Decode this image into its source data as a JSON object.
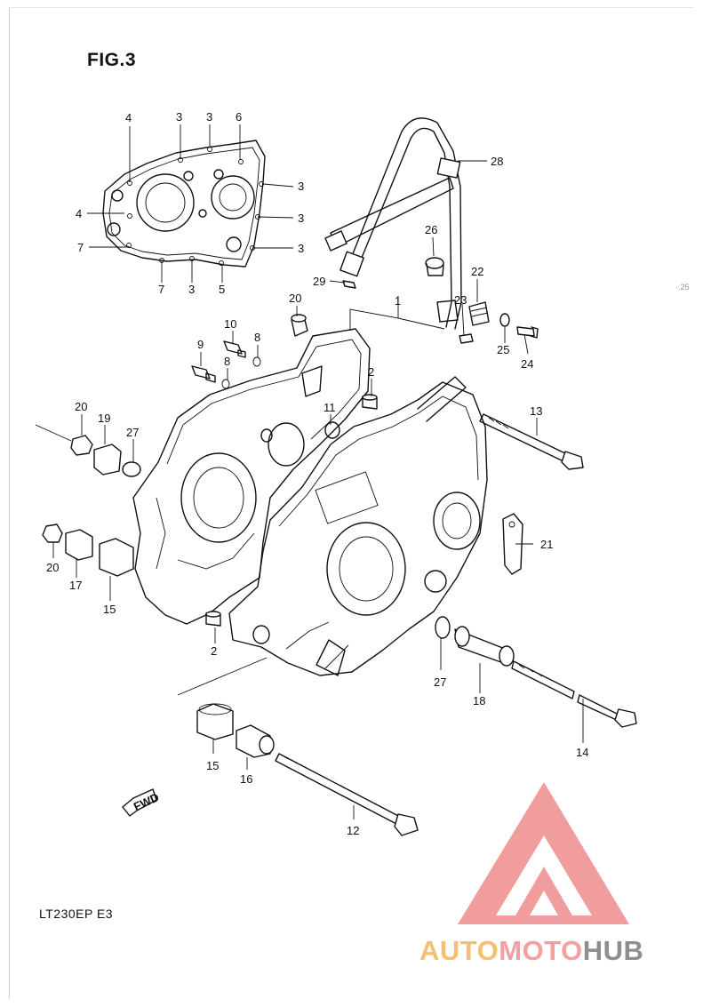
{
  "figure": {
    "title": "FIG.3",
    "model_code": "LT230EP E3"
  },
  "colors": {
    "ink": "#111111",
    "watermark_red": "#f08c8c",
    "watermark_orange": "#f5c06e",
    "watermark_gray": "#8f8f8f"
  },
  "fwd_label": "FWD",
  "stray_mark": "·.25",
  "watermark": {
    "part1": "AUTO",
    "part2": "MOTO",
    "part3": "HUB"
  },
  "callouts": [
    {
      "id": "c4a",
      "text": "4"
    },
    {
      "id": "c3a",
      "text": "3"
    },
    {
      "id": "c3b",
      "text": "3"
    },
    {
      "id": "c6",
      "text": "6"
    },
    {
      "id": "c3c",
      "text": "3"
    },
    {
      "id": "c4b",
      "text": "4"
    },
    {
      "id": "c3d",
      "text": "3"
    },
    {
      "id": "c7a",
      "text": "7"
    },
    {
      "id": "c3e",
      "text": "3"
    },
    {
      "id": "c7b",
      "text": "7"
    },
    {
      "id": "c3f",
      "text": "3"
    },
    {
      "id": "c5",
      "text": "5"
    },
    {
      "id": "c28",
      "text": "28"
    },
    {
      "id": "c26",
      "text": "26"
    },
    {
      "id": "c29",
      "text": "29"
    },
    {
      "id": "c22",
      "text": "22"
    },
    {
      "id": "c23",
      "text": "23"
    },
    {
      "id": "c1",
      "text": "1"
    },
    {
      "id": "c20a",
      "text": "20"
    },
    {
      "id": "c10",
      "text": "10"
    },
    {
      "id": "c8a",
      "text": "8"
    },
    {
      "id": "c9",
      "text": "9"
    },
    {
      "id": "c8b",
      "text": "8"
    },
    {
      "id": "c25",
      "text": "25"
    },
    {
      "id": "c24",
      "text": "24"
    },
    {
      "id": "c2a",
      "text": "2"
    },
    {
      "id": "c11",
      "text": "11"
    },
    {
      "id": "c20b",
      "text": "20"
    },
    {
      "id": "c19",
      "text": "19"
    },
    {
      "id": "c27a",
      "text": "27"
    },
    {
      "id": "c13",
      "text": "13"
    },
    {
      "id": "c21",
      "text": "21"
    },
    {
      "id": "c20c",
      "text": "20"
    },
    {
      "id": "c17",
      "text": "17"
    },
    {
      "id": "c15a",
      "text": "15"
    },
    {
      "id": "c2b",
      "text": "2"
    },
    {
      "id": "c27b",
      "text": "27"
    },
    {
      "id": "c18",
      "text": "18"
    },
    {
      "id": "c14",
      "text": "14"
    },
    {
      "id": "c15b",
      "text": "15"
    },
    {
      "id": "c16",
      "text": "16"
    },
    {
      "id": "c12",
      "text": "12"
    }
  ]
}
